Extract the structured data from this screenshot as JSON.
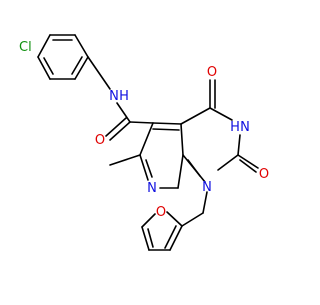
{
  "colors": {
    "bond": "#000000",
    "carbon_label": "#000000",
    "nitrogen": "#1010e0",
    "oxygen": "#e00000",
    "chlorine": "#109010",
    "background": "#ffffff"
  },
  "atom_labels": {
    "cl": "Cl",
    "nh_amide": "N",
    "nh_amide_h": "H",
    "o_amide": "O",
    "o_c4": "O",
    "nh_ring": "N",
    "nh_ring_h": "H",
    "o_c2": "O",
    "n_pyridine": "N",
    "n1": "N",
    "o_furan": "O"
  }
}
